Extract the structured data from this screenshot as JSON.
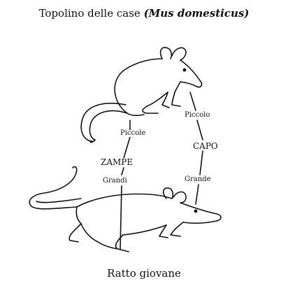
{
  "header": {
    "title_prefix": "Topolino delle case",
    "title_species": "(Mus domesticus)"
  },
  "labels": {
    "mouse_feet": "Piccole",
    "rat_feet": "Grandi",
    "feet_category": "ZAMPE",
    "mouse_head": "Piccolo",
    "rat_head": "Grande",
    "head_category": "CAPO"
  },
  "footer": {
    "title": "Ratto giovane"
  }
}
